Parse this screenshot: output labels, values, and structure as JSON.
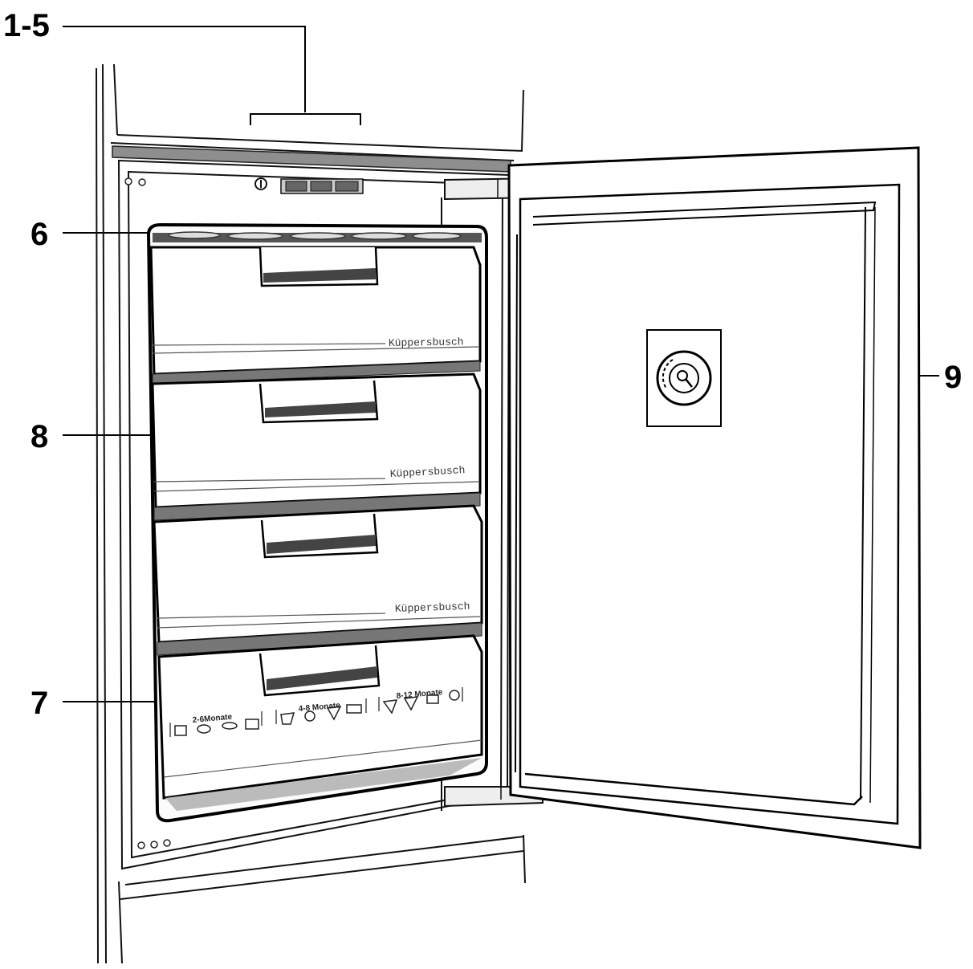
{
  "callouts": {
    "c1_5": "1-5",
    "c6": "6",
    "c8": "8",
    "c7": "7",
    "c9": "9"
  },
  "drawers": {
    "brand": [
      "Küppersbusch",
      "Küppersbusch",
      "Küppersbusch"
    ],
    "storage_labels": [
      "2-6Monate",
      "4-8 Monate",
      "8-12 Monate"
    ]
  }
}
